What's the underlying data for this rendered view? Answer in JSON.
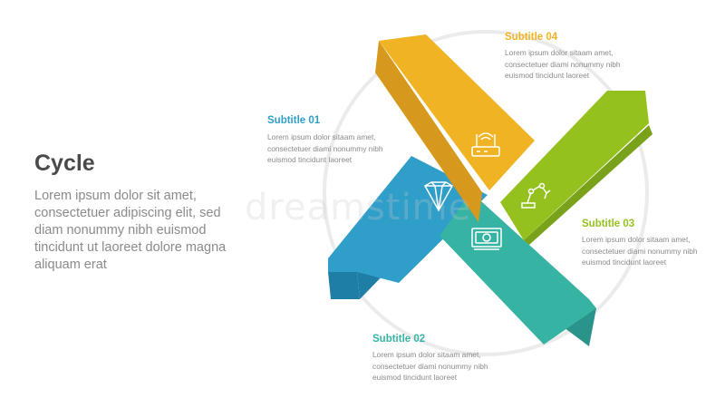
{
  "main": {
    "title": "Cycle",
    "description": "Lorem ipsum dolor sit amet, consectetuer adipiscing elit, sed diam nonummy nibh euismod tincidunt ut laoreet dolore magna aliquam erat"
  },
  "steps": [
    {
      "subtitle": "Subtitle 01",
      "body": "Lorem ipsum dolor sitaam amet, consectetuer diami nonummy nibh euismod tincidunt laoreet",
      "color": "#2f9ec8",
      "icon": "diamond-icon"
    },
    {
      "subtitle": "Subtitle 02",
      "body": "Lorem ipsum dolor sitaam amet, consectetuer diami nonummy nibh euismod tincidunt laoreet",
      "color": "#37b3a3",
      "icon": "money-icon"
    },
    {
      "subtitle": "Subtitle 03",
      "body": "Lorem ipsum dolor sitaam amet, consectetuer diami nonummy nibh euismod tincidunt laoreet",
      "color": "#95c11f",
      "icon": "robot-arm-icon"
    },
    {
      "subtitle": "Subtitle 04",
      "body": "Lorem ipsum dolor sitaam amet, consectetuer diami nonummy nibh euismod tincidunt laoreet",
      "color": "#f0b323",
      "icon": "router-icon"
    }
  ],
  "watermark": "dreamstime"
}
